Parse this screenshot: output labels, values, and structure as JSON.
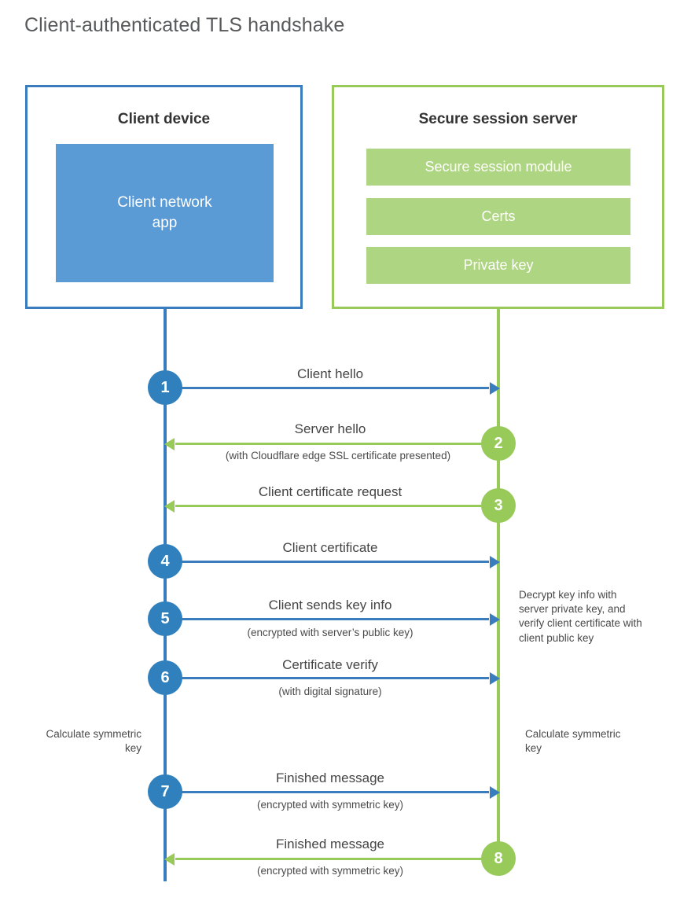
{
  "title": "Client-authenticated TLS handshake",
  "colors": {
    "client_blue": "#3a7dbe",
    "client_app_fill": "#5b9bd5",
    "server_green": "#97ca58",
    "server_item_fill": "#aed581",
    "step_blue": "#2f80bd",
    "step_green": "#97ca58",
    "text": "#444444",
    "title_text": "#58595b",
    "background": "#ffffff"
  },
  "client": {
    "title": "Client device",
    "app_label": "Client network\napp",
    "app_label_line1": "Client network",
    "app_label_line2": "app"
  },
  "server": {
    "title": "Secure session server",
    "items": [
      {
        "label": "Secure session module"
      },
      {
        "label": "Certs"
      },
      {
        "label": "Private key"
      }
    ]
  },
  "steps": [
    {
      "number": "1",
      "label": "Client hello",
      "sublabel": "",
      "direction": "client-to-server",
      "side": "client"
    },
    {
      "number": "2",
      "label": "Server hello",
      "sublabel": "(with Cloudflare edge SSL certificate presented)",
      "direction": "server-to-client",
      "side": "server"
    },
    {
      "number": "3",
      "label": "Client certificate request",
      "sublabel": "",
      "direction": "server-to-client",
      "side": "server"
    },
    {
      "number": "4",
      "label": "Client certificate",
      "sublabel": "",
      "direction": "client-to-server",
      "side": "client"
    },
    {
      "number": "5",
      "label": "Client sends key info",
      "sublabel": "(encrypted with server’s public key)",
      "direction": "client-to-server",
      "side": "client"
    },
    {
      "number": "6",
      "label": "Certificate verify",
      "sublabel": "(with digital signature)",
      "direction": "client-to-server",
      "side": "client"
    },
    {
      "number": "7",
      "label": "Finished message",
      "sublabel": "(encrypted with symmetric key)",
      "direction": "client-to-server",
      "side": "client"
    },
    {
      "number": "8",
      "label": "Finished message",
      "sublabel": "(encrypted with symmetric key)",
      "direction": "server-to-client",
      "side": "server"
    }
  ],
  "notes": {
    "server_decrypt": "Decrypt key info with server private key, and verify client certificate with client public key",
    "client_calculate": "Calculate symmetric key",
    "server_calculate": "Calculate symmetric key"
  }
}
